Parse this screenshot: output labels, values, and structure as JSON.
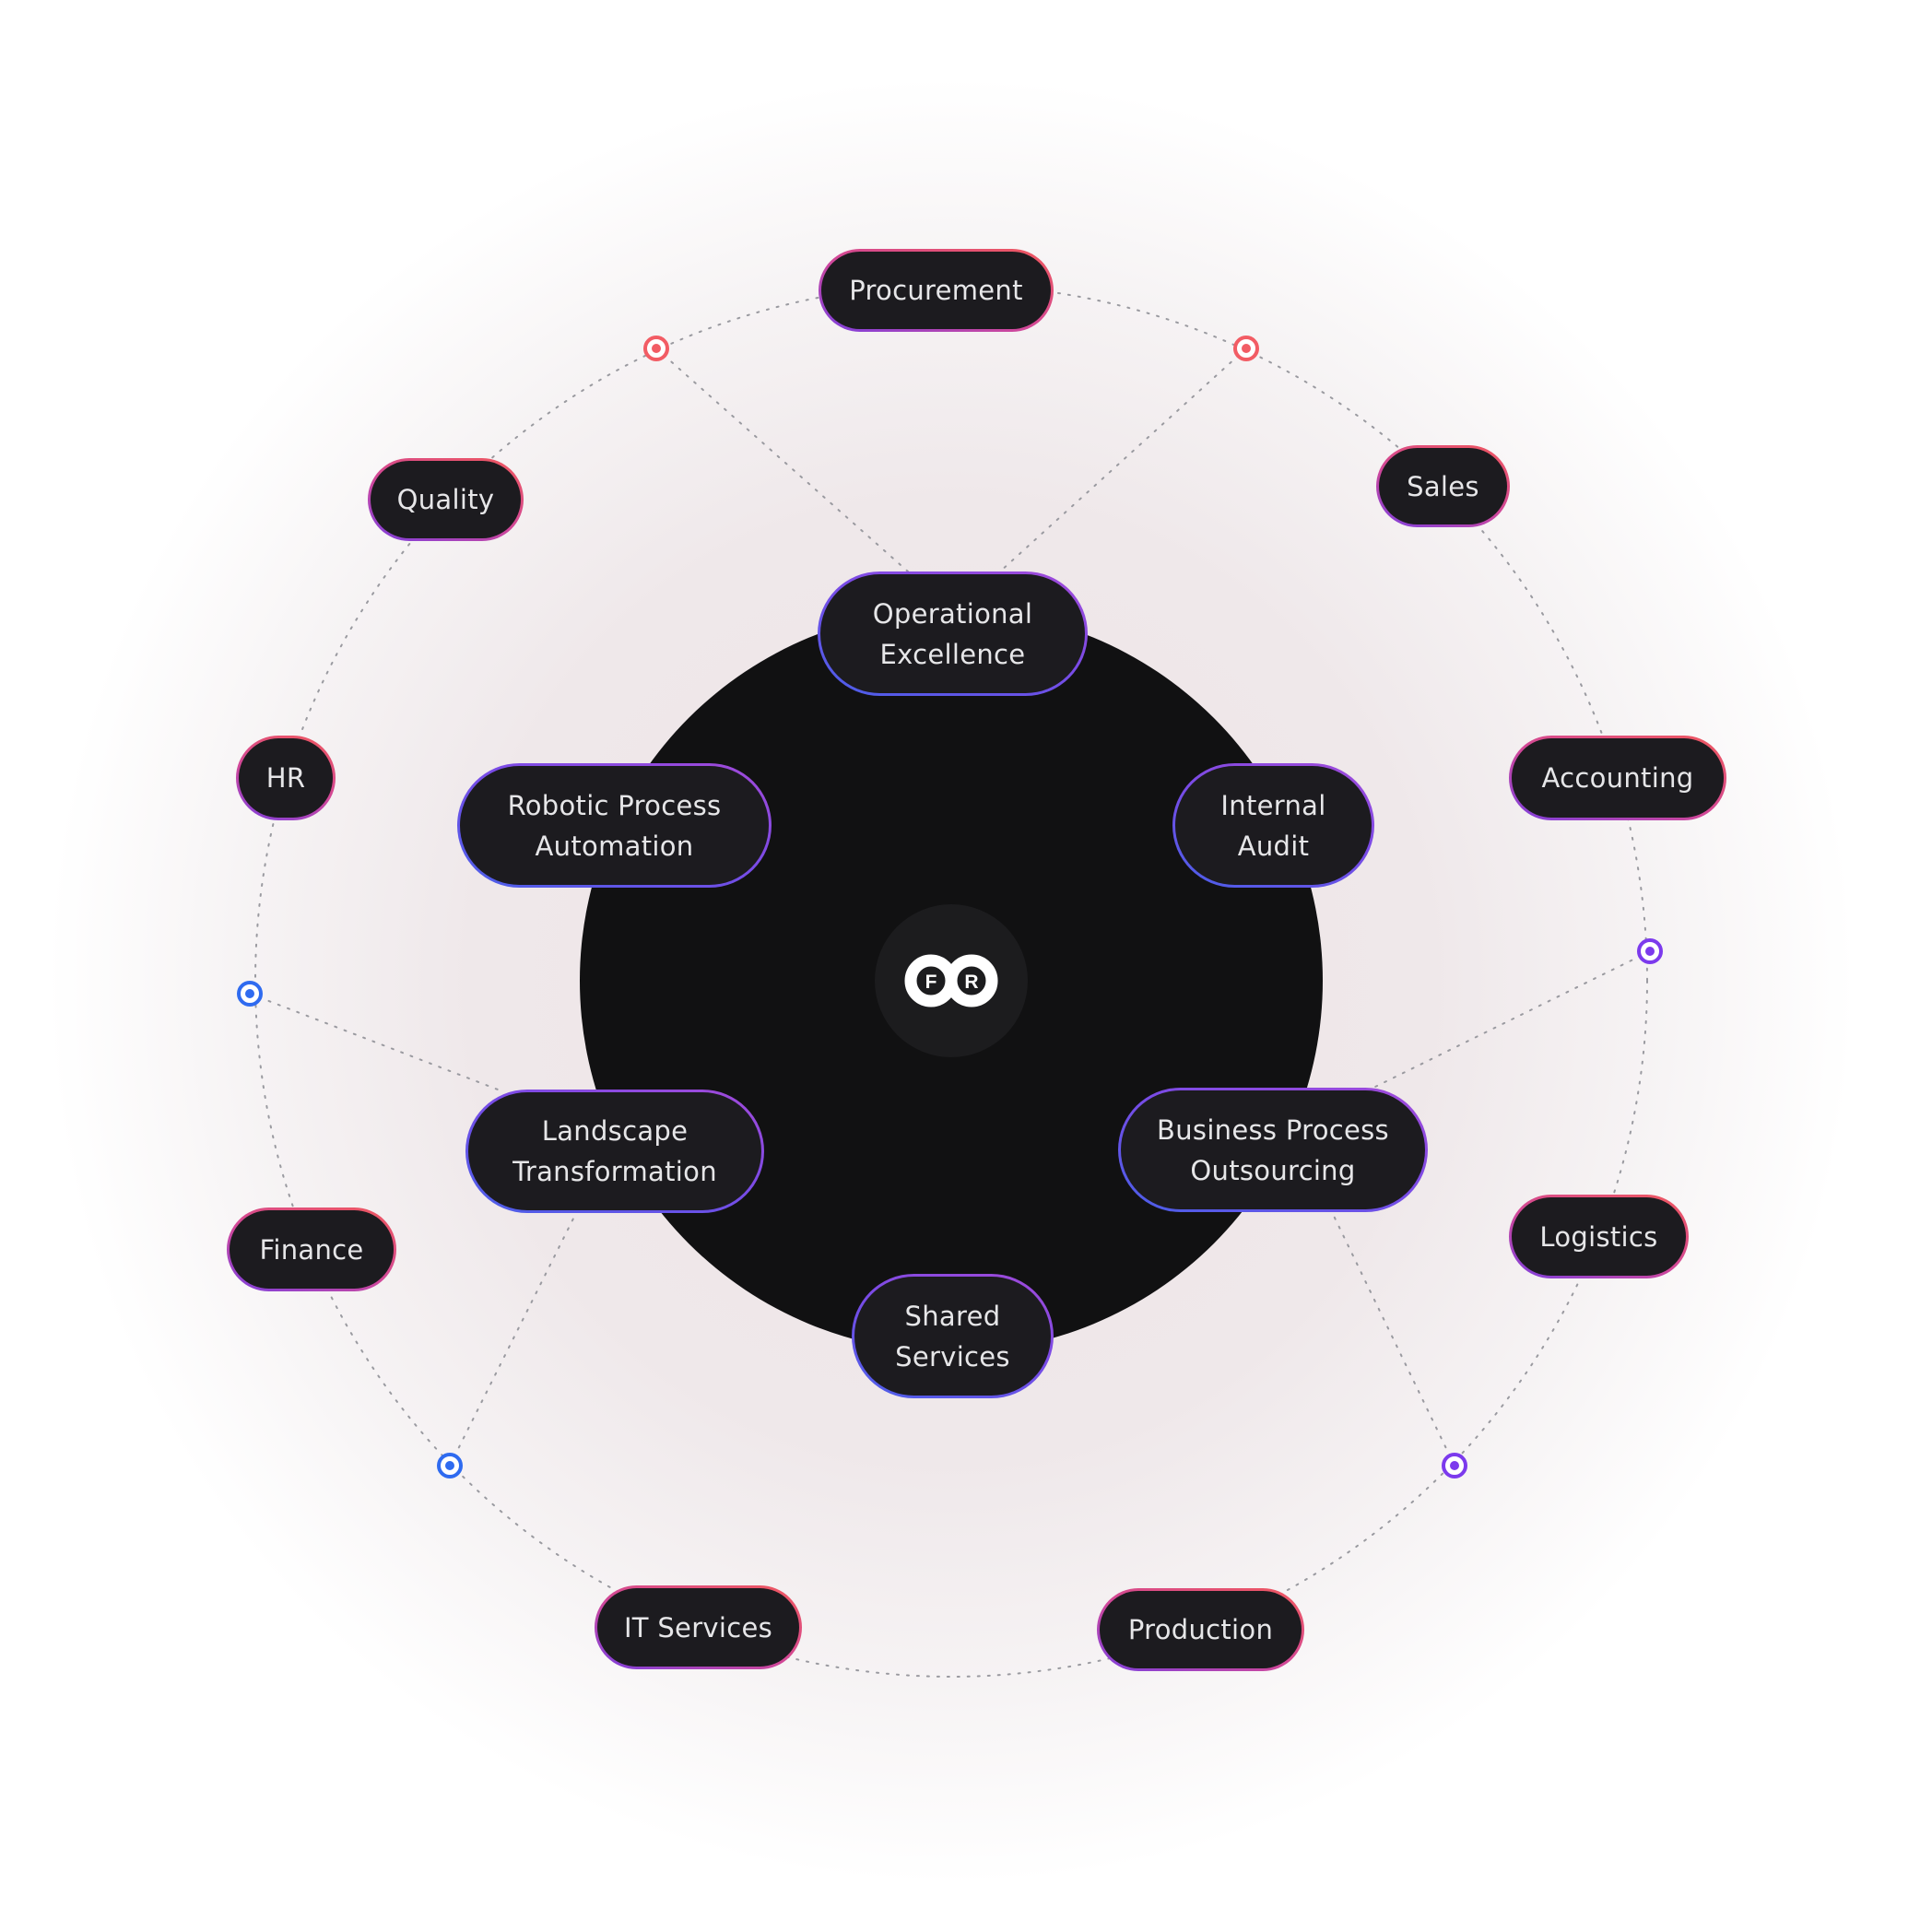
{
  "diagram": {
    "center_logo": {
      "icon": "fr-infinity-logo",
      "letters": [
        "F",
        "R"
      ]
    },
    "inner_services": [
      {
        "id": "operational-excellence",
        "label": "Operational\nExcellence"
      },
      {
        "id": "internal-audit",
        "label": "Internal\nAudit"
      },
      {
        "id": "business-process-outsourcing",
        "label": "Business Process\nOutsourcing"
      },
      {
        "id": "shared-services",
        "label": "Shared\nServices"
      },
      {
        "id": "landscape-transformation",
        "label": "Landscape\nTransformation"
      },
      {
        "id": "robotic-process-automation",
        "label": "Robotic Process\nAutomation"
      }
    ],
    "outer_departments": [
      {
        "id": "procurement",
        "label": "Procurement"
      },
      {
        "id": "sales",
        "label": "Sales"
      },
      {
        "id": "accounting",
        "label": "Accounting"
      },
      {
        "id": "logistics",
        "label": "Logistics"
      },
      {
        "id": "production",
        "label": "Production"
      },
      {
        "id": "it-services",
        "label": "IT Services"
      },
      {
        "id": "finance",
        "label": "Finance"
      },
      {
        "id": "hr",
        "label": "HR"
      },
      {
        "id": "quality",
        "label": "Quality"
      }
    ],
    "connector_nodes": [
      {
        "id": "node-top-left",
        "color": "#f25c64"
      },
      {
        "id": "node-top-right",
        "color": "#f25c64"
      },
      {
        "id": "node-right",
        "color": "#7c3aed"
      },
      {
        "id": "node-bottom-right",
        "color": "#7c3aed"
      },
      {
        "id": "node-bottom-left",
        "color": "#2f6bf0"
      },
      {
        "id": "node-left",
        "color": "#2f6bf0"
      }
    ],
    "colors": {
      "core": "#111112",
      "pill_fill": "#1c1b1f",
      "pill_text": "#e6e6e8",
      "outer_border_from": "#7b3fe0",
      "outer_border_to": "#f0585c",
      "inner_border_from": "#4a5fe8",
      "inner_border_to": "#a24ad8"
    }
  }
}
